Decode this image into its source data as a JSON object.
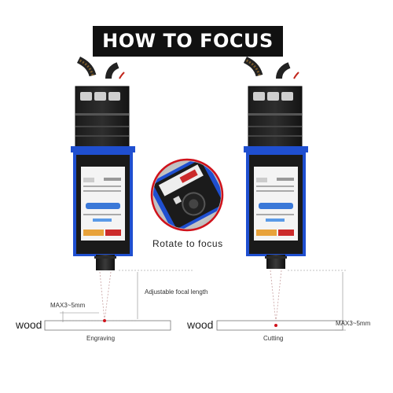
{
  "title": "HOW TO FOCUS",
  "rotate_caption": "Rotate to focus",
  "adjustable_label": "Adjustable focal length",
  "left": {
    "surface_label": "wood",
    "distance_label": "MAX3~5mm",
    "mode_label": "Engraving"
  },
  "right": {
    "surface_label": "wood",
    "distance_label": "MAX3~5mm",
    "mode_label": "Cutting"
  },
  "colors": {
    "title_bg": "#111111",
    "accent_blue": "#1f4fd0",
    "focus_dot": "#d0121b",
    "zoom_ring": "#d0121b"
  }
}
